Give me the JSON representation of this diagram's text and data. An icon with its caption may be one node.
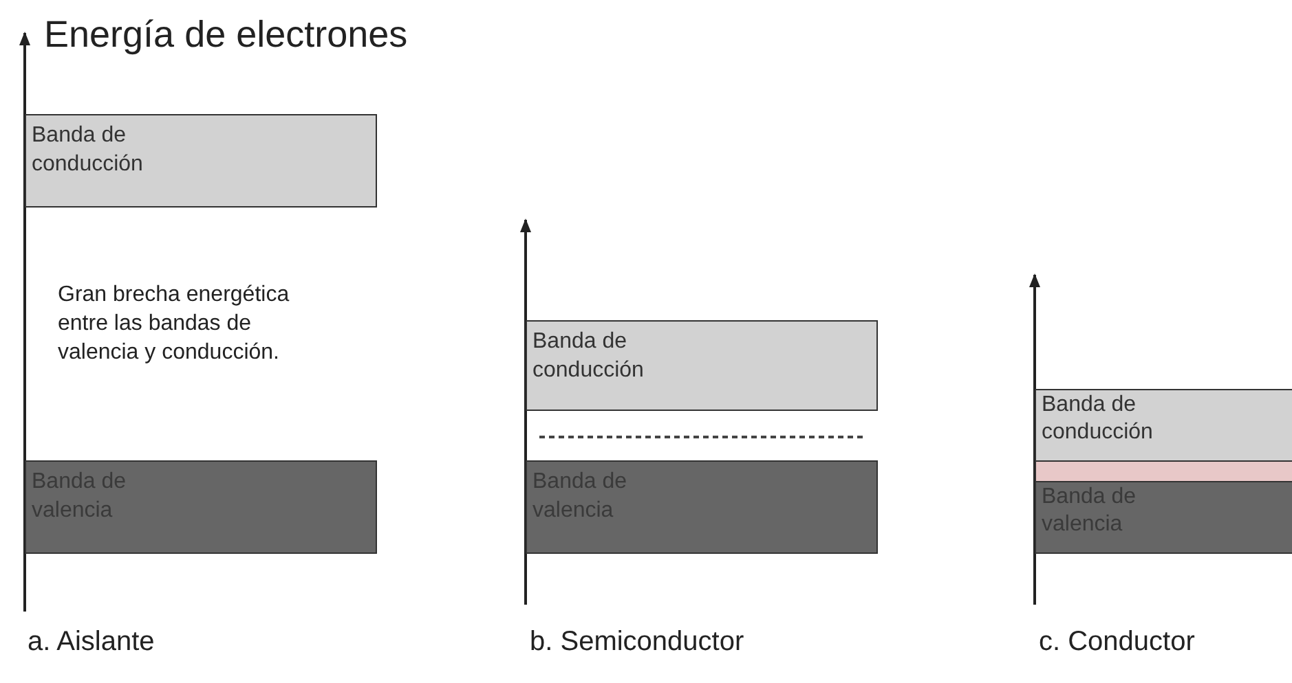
{
  "diagram": {
    "title": "Energía de electrones",
    "nodes": [
      {
        "text": [
          "Banda de conducción"
        ]
      },
      {
        "text": [
          "Banda de valencia"
        ]
      },
      {
        "text": [
          "Banda de conducción"
        ]
      },
      {
        "text": [
          "Banda de valencia"
        ]
      },
      {
        "text": [
          "Banda de conducción"
        ]
      },
      {
        "text": [],
        "shape": "bar"
      },
      {
        "text": [
          "Banda de valencia"
        ]
      }
    ],
    "edges": [],
    "labels": [
      "Gran brecha energética entre las bandas de valencia y conducción.",
      "a. Aislante",
      "b. Semiconductor",
      "c. Conductor"
    ]
  }
}
